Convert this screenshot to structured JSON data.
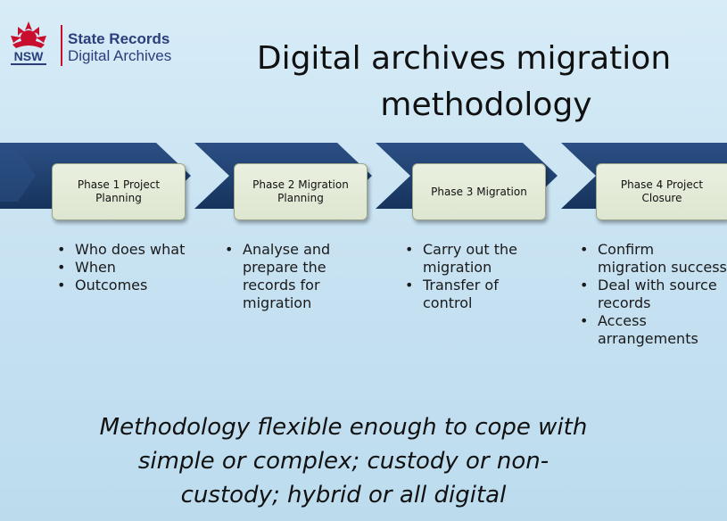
{
  "logo": {
    "badge_text": "NSW",
    "org_name": "State Records",
    "sub_name": "Digital Archives"
  },
  "slide": {
    "title_line1": "Digital archives migration",
    "title_line2": "methodology"
  },
  "phases": [
    {
      "label": "Phase 1 Project Planning",
      "bullets": [
        "Who does what",
        "When",
        "Outcomes"
      ]
    },
    {
      "label": "Phase 2 Migration Planning",
      "bullets": [
        "Analyse and prepare the records for migration"
      ]
    },
    {
      "label": "Phase 3 Migration",
      "bullets": [
        "Carry out the migration",
        "Transfer of control"
      ]
    },
    {
      "label": "Phase 4 Project Closure",
      "bullets": [
        "Confirm migration success",
        "Deal with source records",
        "Access arrangements"
      ]
    }
  ],
  "footer": {
    "line1": "Methodology flexible enough to cope with",
    "line2": "simple or complex; custody or non-",
    "line3": "custody; hybrid or all digital"
  },
  "colors": {
    "chevron": "#1f3f6e",
    "phase_box": "#e4ebd8",
    "background": "#cfe6f3",
    "logo_red": "#c8102e",
    "logo_blue": "#2a3f7a"
  }
}
